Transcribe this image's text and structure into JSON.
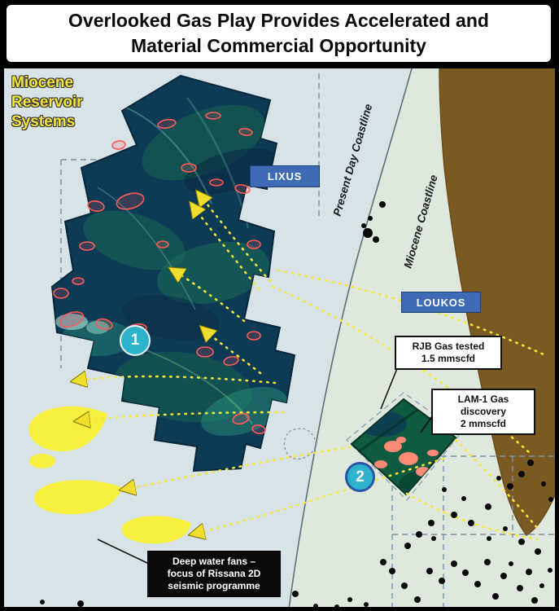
{
  "slide": {
    "title_lines": [
      "Overlooked Gas Play Provides Accelerated and",
      "Material Commercial Opportunity"
    ]
  },
  "map": {
    "legend_lines": [
      "Miocene",
      "Reservoir",
      "Systems"
    ],
    "licenses": {
      "lixus": "LIXUS",
      "loukos": "LOUKOS"
    },
    "coastlines": {
      "present_day": "Present Day Coastline",
      "miocene": "Miocene Coastline"
    },
    "badges": {
      "area1": "1",
      "area2": "2"
    },
    "callouts": {
      "rjb": [
        "RJB Gas tested",
        "1.5 mmscfd"
      ],
      "lam1": [
        "LAM-1 Gas",
        "discovery",
        "2 mmscfd"
      ],
      "deep_water_fans": [
        "Deep water fans –",
        "focus of Rissana 2D",
        "seismic programme"
      ]
    },
    "colors": {
      "sea": "#d7e3e7",
      "shelf": "#dfe8dc",
      "land": "#7a5a22",
      "survey_navy": "#0d3a55",
      "survey_green": "#0e5b3f",
      "arrow_yellow": "#f5e63a",
      "fan_yellow": "#f7ef3d",
      "badge_cyan": "#2db3cc",
      "license_blue": "#3f6ab5",
      "red_anomaly": "#ff5a5a"
    },
    "wells": [
      [
        452,
        286,
        6
      ],
      [
        462,
        294,
        4
      ],
      [
        447,
        277,
        3
      ],
      [
        470,
        251,
        4
      ],
      [
        455,
        268,
        3
      ],
      [
        300,
        697,
        5
      ],
      [
        307,
        706,
        4
      ],
      [
        99,
        741,
        4
      ],
      [
        52,
        739,
        3
      ],
      [
        363,
        729,
        4
      ],
      [
        334,
        722,
        3
      ],
      [
        388,
        744,
        3
      ],
      [
        471,
        690,
        4
      ],
      [
        482,
        701,
        4
      ],
      [
        497,
        719,
        4
      ],
      [
        513,
        736,
        4
      ],
      [
        528,
        701,
        4
      ],
      [
        543,
        713,
        4
      ],
      [
        558,
        692,
        4
      ],
      [
        572,
        703,
        4
      ],
      [
        587,
        717,
        4
      ],
      [
        599,
        690,
        4
      ],
      [
        609,
        732,
        4
      ],
      [
        619,
        707,
        4
      ],
      [
        628,
        692,
        3
      ],
      [
        639,
        722,
        4
      ],
      [
        650,
        702,
        4
      ],
      [
        657,
        737,
        4
      ],
      [
        666,
        719,
        3
      ],
      [
        676,
        700,
        3
      ],
      [
        501,
        670,
        4
      ],
      [
        515,
        656,
        4
      ],
      [
        530,
        642,
        4
      ],
      [
        558,
        632,
        4
      ],
      [
        579,
        642,
        4
      ],
      [
        600,
        622,
        4
      ],
      [
        570,
        612,
        3
      ],
      [
        546,
        601,
        3
      ],
      [
        533,
        661,
        3
      ],
      [
        601,
        661,
        3
      ],
      [
        641,
        665,
        4
      ],
      [
        661,
        677,
        4
      ],
      [
        621,
        649,
        3
      ],
      [
        652,
        568,
        4
      ],
      [
        641,
        582,
        4
      ],
      [
        627,
        597,
        4
      ],
      [
        613,
        587,
        3
      ],
      [
        668,
        594,
        3
      ],
      [
        677,
        613,
        3
      ],
      [
        450,
        742,
        3
      ],
      [
        430,
        736,
        3
      ],
      [
        414,
        745,
        3
      ]
    ]
  }
}
